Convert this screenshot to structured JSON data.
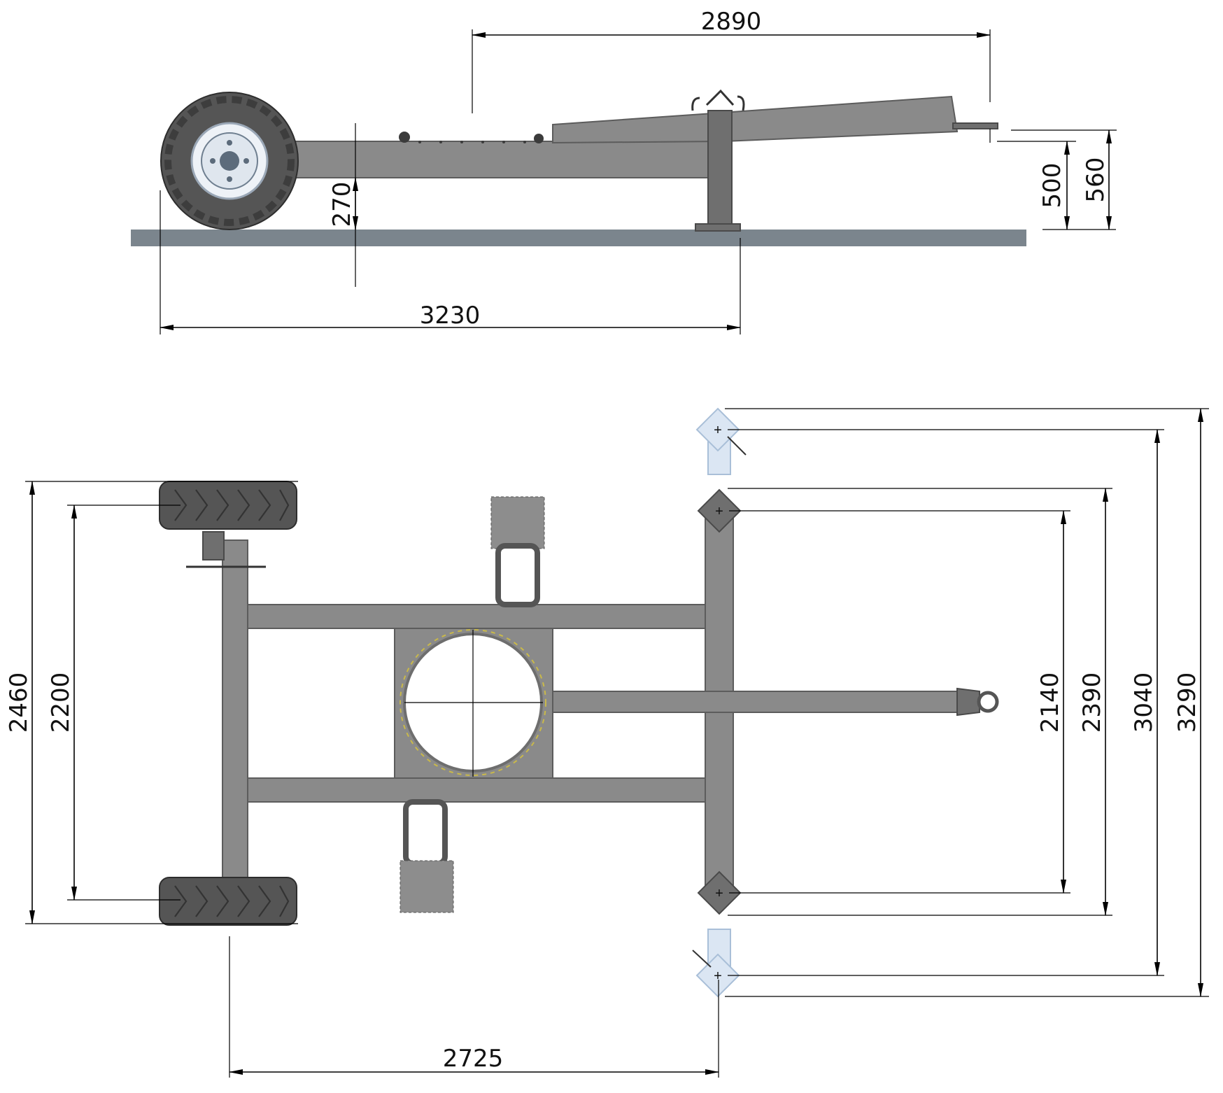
{
  "side_view": {
    "dimensions": {
      "drawbar_length": "2890",
      "overall_length": "3230",
      "ground_clearance": "270",
      "hitch_height_low": "500",
      "hitch_height_high": "560"
    }
  },
  "top_view": {
    "dimensions": {
      "wheelbase_length": "2725",
      "outer_track": "2460",
      "inner_track": "2200",
      "leg_span_inner": "2140",
      "leg_span_outer": "2390",
      "leg_span_extended_inner": "3040",
      "leg_span_extended_outer": "3290"
    }
  },
  "colors": {
    "frame": "#8a8a8a",
    "frame_dark": "#6f6f6f",
    "ground": "#7b858d",
    "tire": "#555555",
    "ghost_leg": "#dbe6f3",
    "dimension_line": "#000000"
  }
}
